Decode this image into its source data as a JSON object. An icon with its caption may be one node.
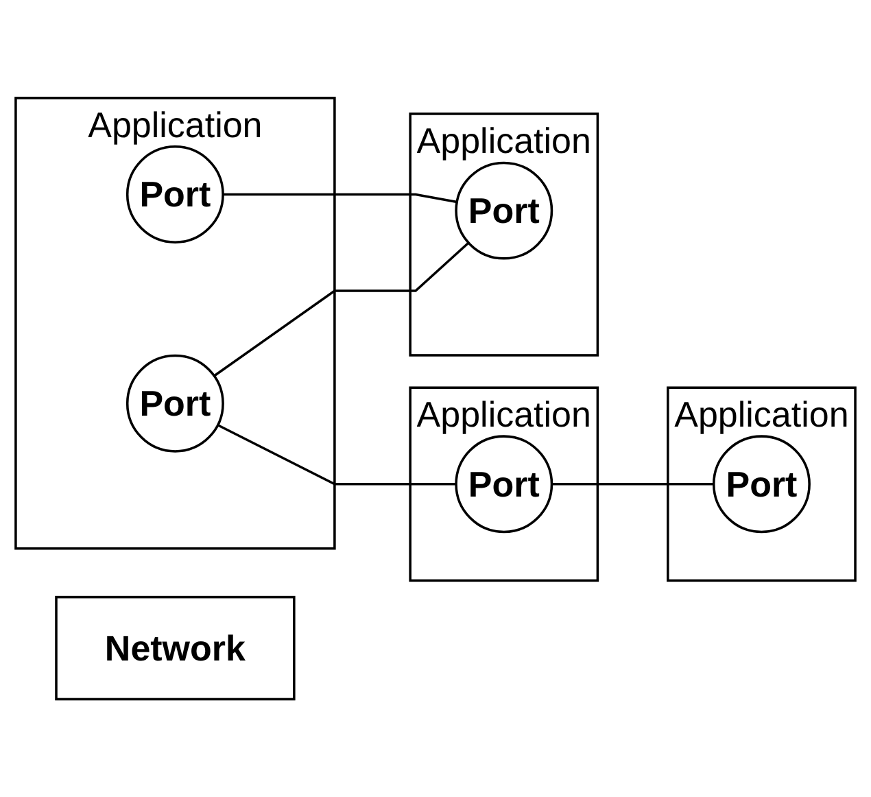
{
  "diagram": {
    "nodes": [
      {
        "text": [
          "Application"
        ]
      },
      {
        "text": [
          "Port"
        ],
        "in": 0
      },
      {
        "text": [
          "Port"
        ],
        "in": 0
      },
      {
        "text": [
          "Application"
        ]
      },
      {
        "text": [
          "Port"
        ],
        "in": 3
      },
      {
        "text": [
          "Network"
        ]
      },
      {
        "text": [
          "Application"
        ]
      },
      {
        "text": [
          "Port"
        ],
        "in": 6
      },
      {
        "text": [
          "Application"
        ]
      },
      {
        "text": [
          "Port"
        ],
        "in": 8
      }
    ],
    "edges": [
      {
        "from": 2,
        "to": 4,
        "arrow": "none"
      },
      {
        "from": 1,
        "to": 7,
        "arrow": "none"
      },
      {
        "from": 2,
        "to": 7,
        "arrow": "none"
      },
      {
        "from": 4,
        "to": 9,
        "arrow": "none"
      }
    ]
  }
}
